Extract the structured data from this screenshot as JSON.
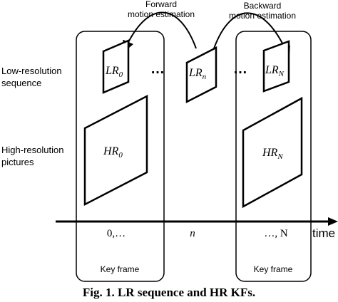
{
  "diagram": {
    "labels": {
      "forward_line1": "Forward",
      "forward_line2": "motion estimation",
      "backward_line1": "Backward",
      "backward_line2": "motion estimation",
      "lowres_line1": "Low-resolution",
      "lowres_line2": "sequence",
      "highres_line1": "High-resolution",
      "highres_line2": "pictures",
      "time": "time",
      "key_frame_left": "Key frame",
      "key_frame_right": "Key frame",
      "dots_left": "…",
      "dots_right": "…"
    },
    "frames": {
      "lr0": {
        "base": "LR",
        "sub": "0"
      },
      "lrn": {
        "base": "LR",
        "sub": "n"
      },
      "lrN": {
        "base": "LR",
        "sub": "N"
      },
      "hr0": {
        "base": "HR",
        "sub": "0"
      },
      "hrN": {
        "base": "HR",
        "sub": "N"
      }
    },
    "axis_ticks": {
      "left": "0,…",
      "middle": "n",
      "right": "…, N"
    },
    "caption": "Fig. 1. LR sequence and HR KFs."
  }
}
